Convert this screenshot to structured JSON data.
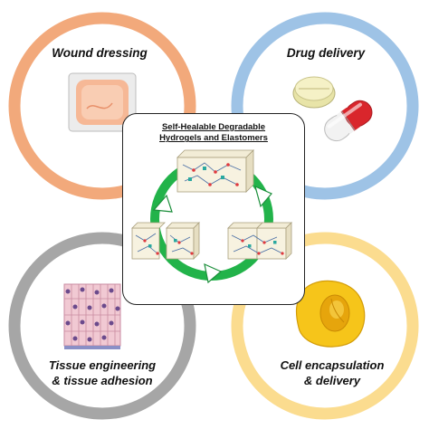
{
  "applications": {
    "wound_dressing": {
      "line1": "Wound dressing",
      "ring_color": "#f2a97b",
      "icon": "bandage-patch"
    },
    "drug_delivery": {
      "line1": "Drug delivery",
      "ring_color": "#9ec3e6",
      "icon": "tablet-and-capsule"
    },
    "tissue_engineering": {
      "line1": "Tissue engineering",
      "line2": "& tissue adhesion",
      "ring_color": "#a6a6a6",
      "icon": "epithelial-cells"
    },
    "cell_encapsulation": {
      "line1": "Cell encapsulation",
      "line2": "& delivery",
      "ring_color": "#fbdc8f",
      "icon": "encapsulated-cell"
    }
  },
  "center": {
    "title_line1": "Self-Healable Degradable",
    "title_line2": "Hydrogels and Elastomers",
    "cycle_color": "#22b34a",
    "cycle_icon": "hydrogel-network-blocks"
  }
}
